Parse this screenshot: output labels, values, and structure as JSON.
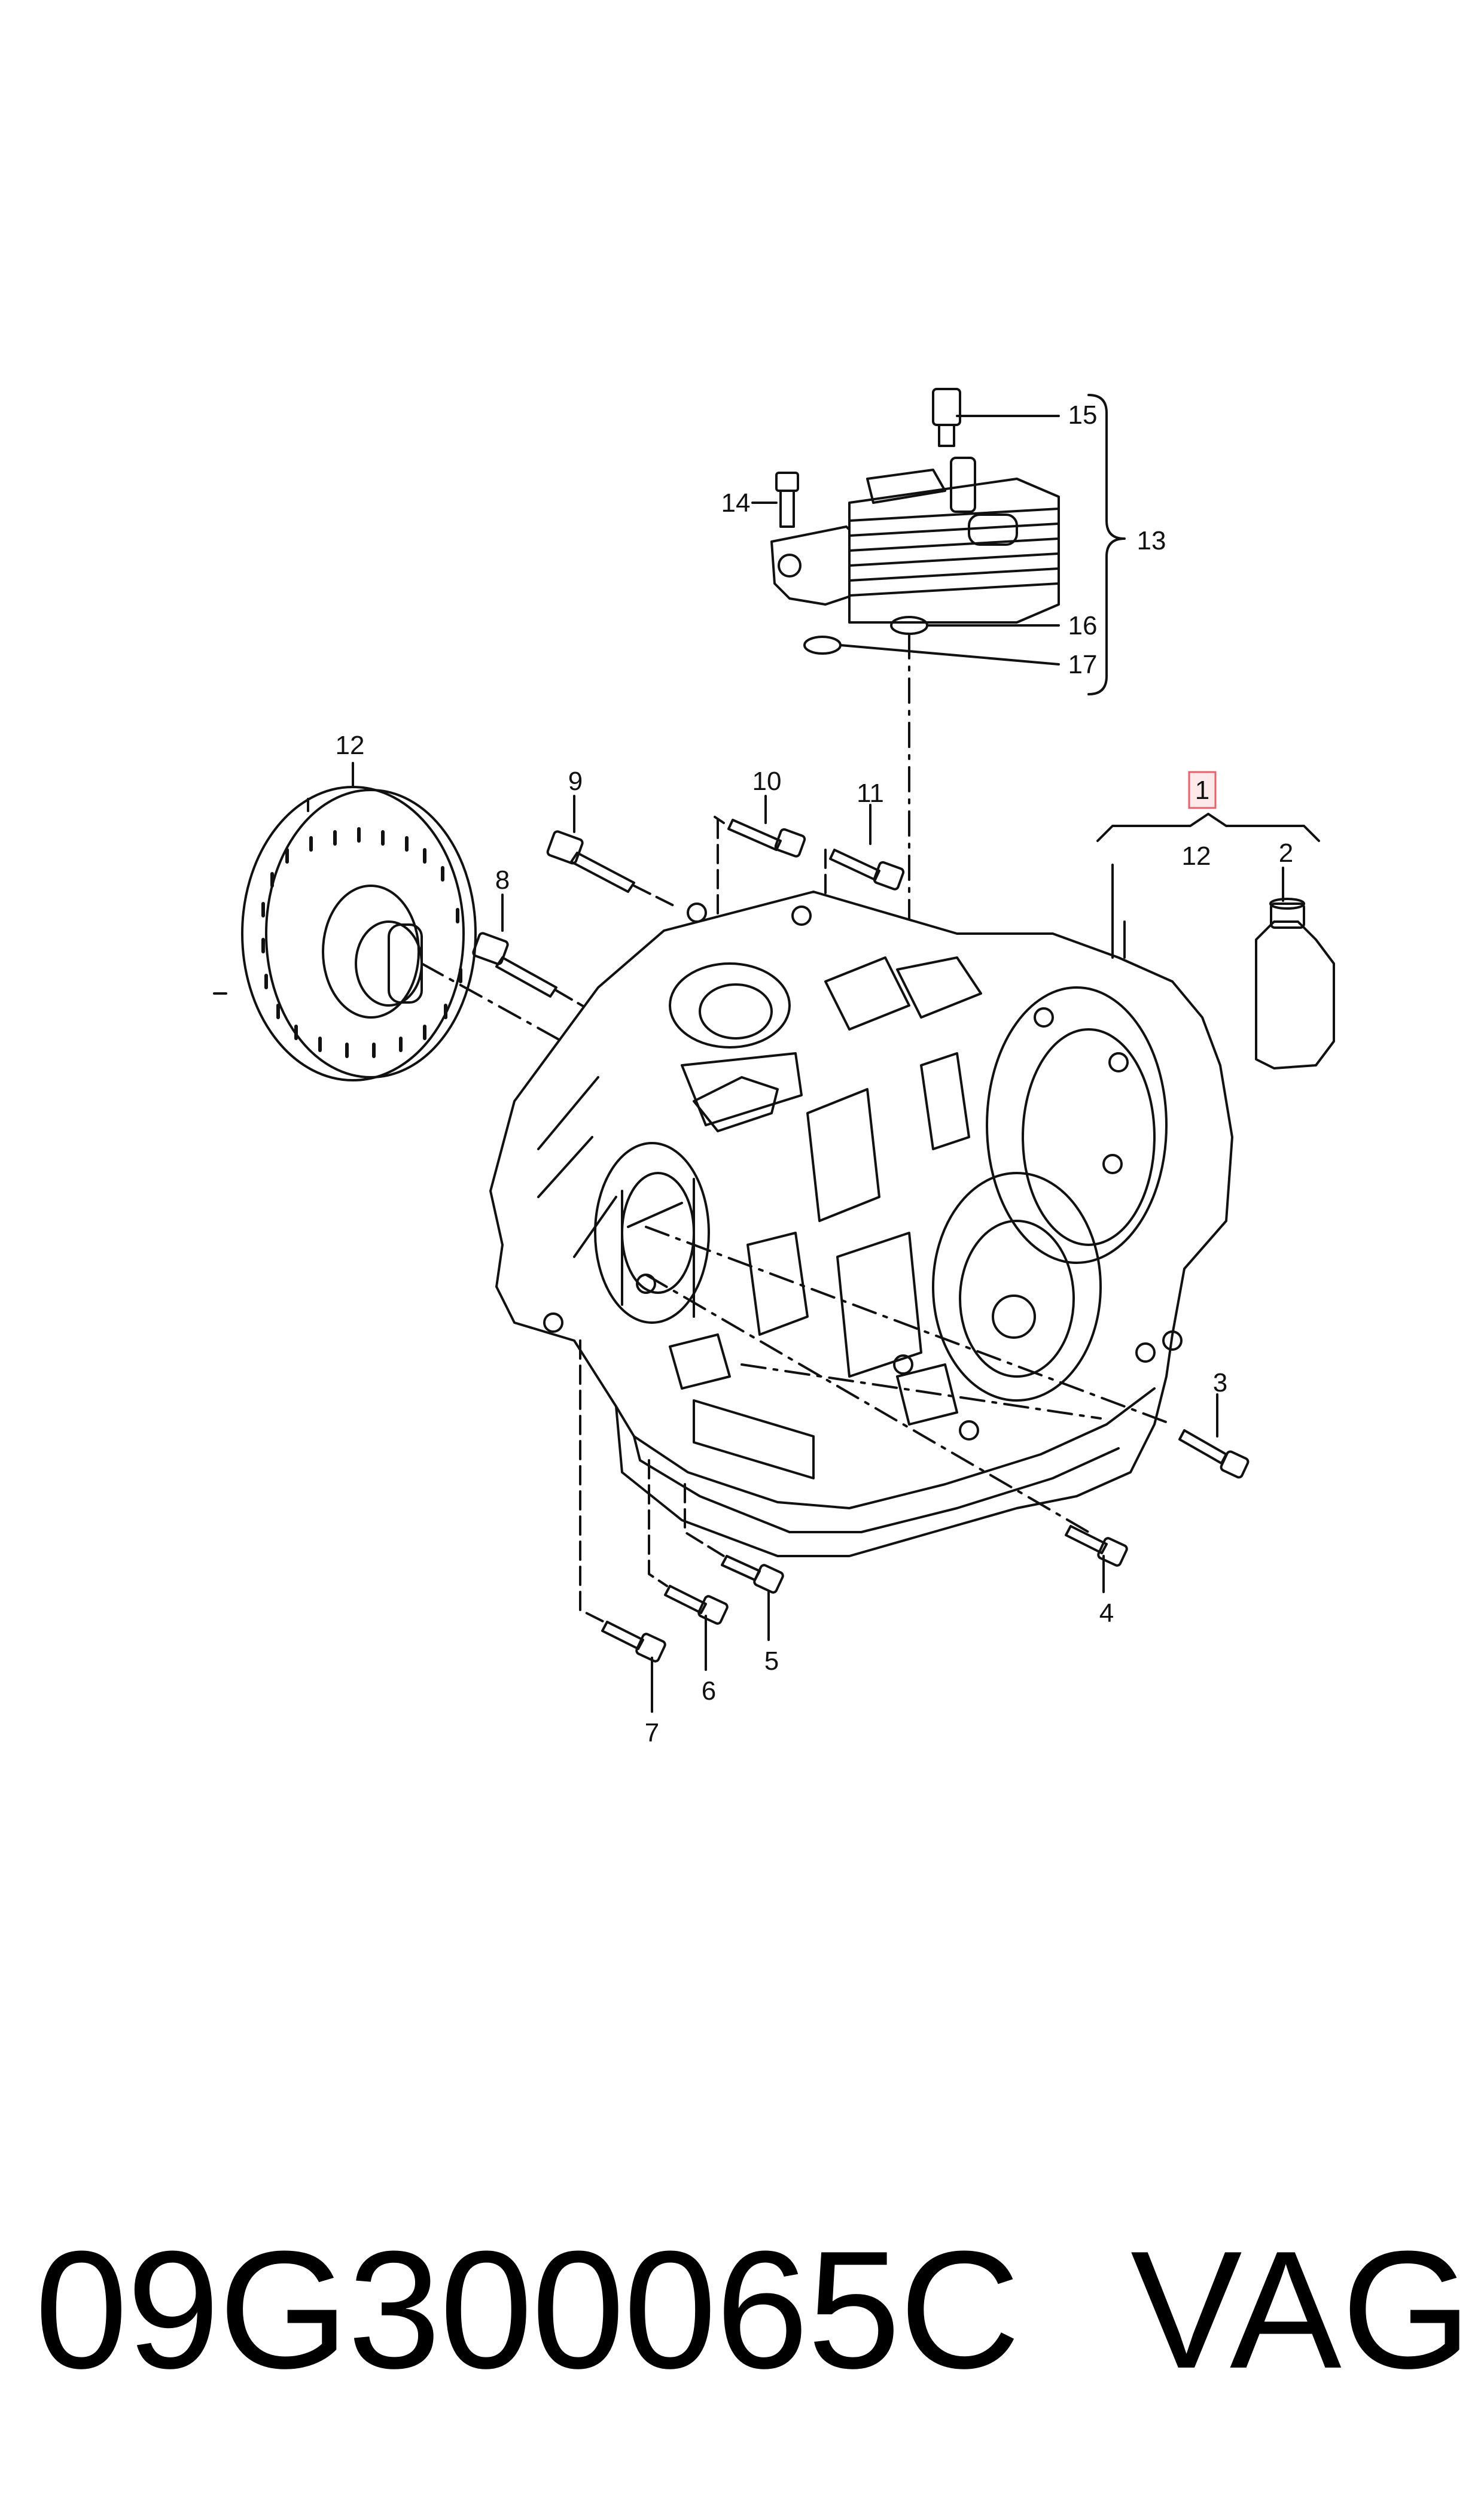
{
  "diagram": {
    "callouts": {
      "c1": "1",
      "c2": "2",
      "c3": "3",
      "c4": "4",
      "c5": "5",
      "c6": "6",
      "c7": "7",
      "c8": "8",
      "c9": "9",
      "c10": "10",
      "c11": "11",
      "c12_converter": "12",
      "c12_group": "12",
      "c13": "13",
      "c14": "14",
      "c15": "15",
      "c16": "16",
      "c17": "17"
    },
    "highlight_color": "#e8606a",
    "line_color": "#111111"
  },
  "footer": {
    "part_number": "09G300065C",
    "brand": "VAG"
  }
}
